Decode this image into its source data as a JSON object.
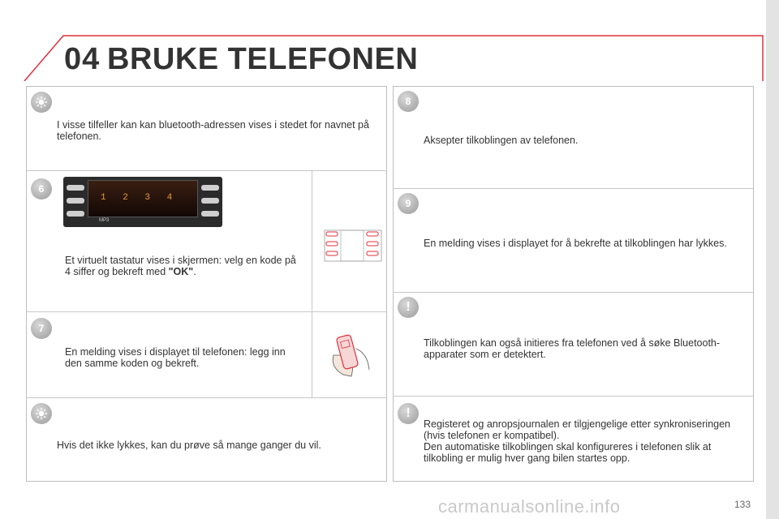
{
  "header": {
    "chapter_number": "04",
    "chapter_title": "BRUKE TELEFONEN"
  },
  "left": {
    "tip_top": "I visse tilfeller kan kan bluetooth-adressen vises i stedet for navnet på telefonen.",
    "step6": {
      "badge": "6",
      "text_pre": "Et virtuelt tastatur vises i skjermen: velg en kode på 4 siffer og bekreft med ",
      "text_bold": "\"OK\"",
      "text_post": ".",
      "display_digits": "1 2 3 4",
      "display_label": "MP3"
    },
    "step7": {
      "badge": "7",
      "text": "En melding vises i displayet til telefonen: legg inn den samme koden og bekreft."
    },
    "tip_bottom": "Hvis det ikke lykkes, kan du prøve så mange ganger du vil."
  },
  "right": {
    "step8": {
      "badge": "8",
      "text": "Aksepter tilkoblingen av telefonen."
    },
    "step9": {
      "badge": "9",
      "text": "En melding vises i displayet for å bekrefte at tilkoblingen har lykkes."
    },
    "warn1": {
      "badge": "!",
      "text": "Tilkoblingen kan også initieres fra telefonen ved å søke Bluetooth-apparater som er detektert."
    },
    "warn2": {
      "badge": "!",
      "text1": "Registeret og anropsjournalen er tilgjengelige etter synkroniseringen (hvis telefonen er kompatibel).",
      "text2": "Den automatiske tilkoblingen skal konfigureres i telefonen slik at tilkobling er mulig hver gang bilen startes opp."
    }
  },
  "footer": {
    "page_number": "133",
    "watermark": "carmanualsonline.info"
  },
  "colors": {
    "accent_red": "#e0303a",
    "badge_grey": "#a8a8a8",
    "border": "#bdbdbd"
  },
  "icons": [
    "lightbulb-icon",
    "warning-icon",
    "radio-display-image",
    "keypad-image",
    "hand-phone-image"
  ]
}
